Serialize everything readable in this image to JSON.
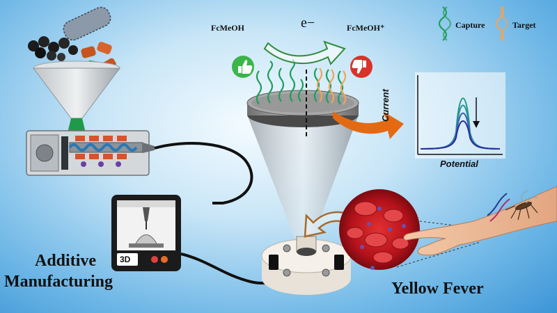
{
  "labels": {
    "fcmeoh": "FcMeOH",
    "electron": "e−",
    "fcmeoh_plus": "FcMeOH⁺",
    "capture": "Capture",
    "target": "Target",
    "current": "Current",
    "potential": "Potential",
    "printer_badge": "3D",
    "additive": "Additive",
    "manufacturing": "Manufacturing",
    "yellow_fever": "Yellow Fever"
  },
  "colors": {
    "capture_strand": "#1f9e5a",
    "target_strand": "#f0a45a",
    "accent_arrow": "#e36a12",
    "thumbs_up": "#3bb54a",
    "thumbs_down": "#d9322b",
    "blood": "#c0121b"
  },
  "icons": [
    "thumbs-up-icon",
    "thumbs-down-icon",
    "capture-dna-icon",
    "target-dna-icon",
    "mosquito-icon"
  ]
}
